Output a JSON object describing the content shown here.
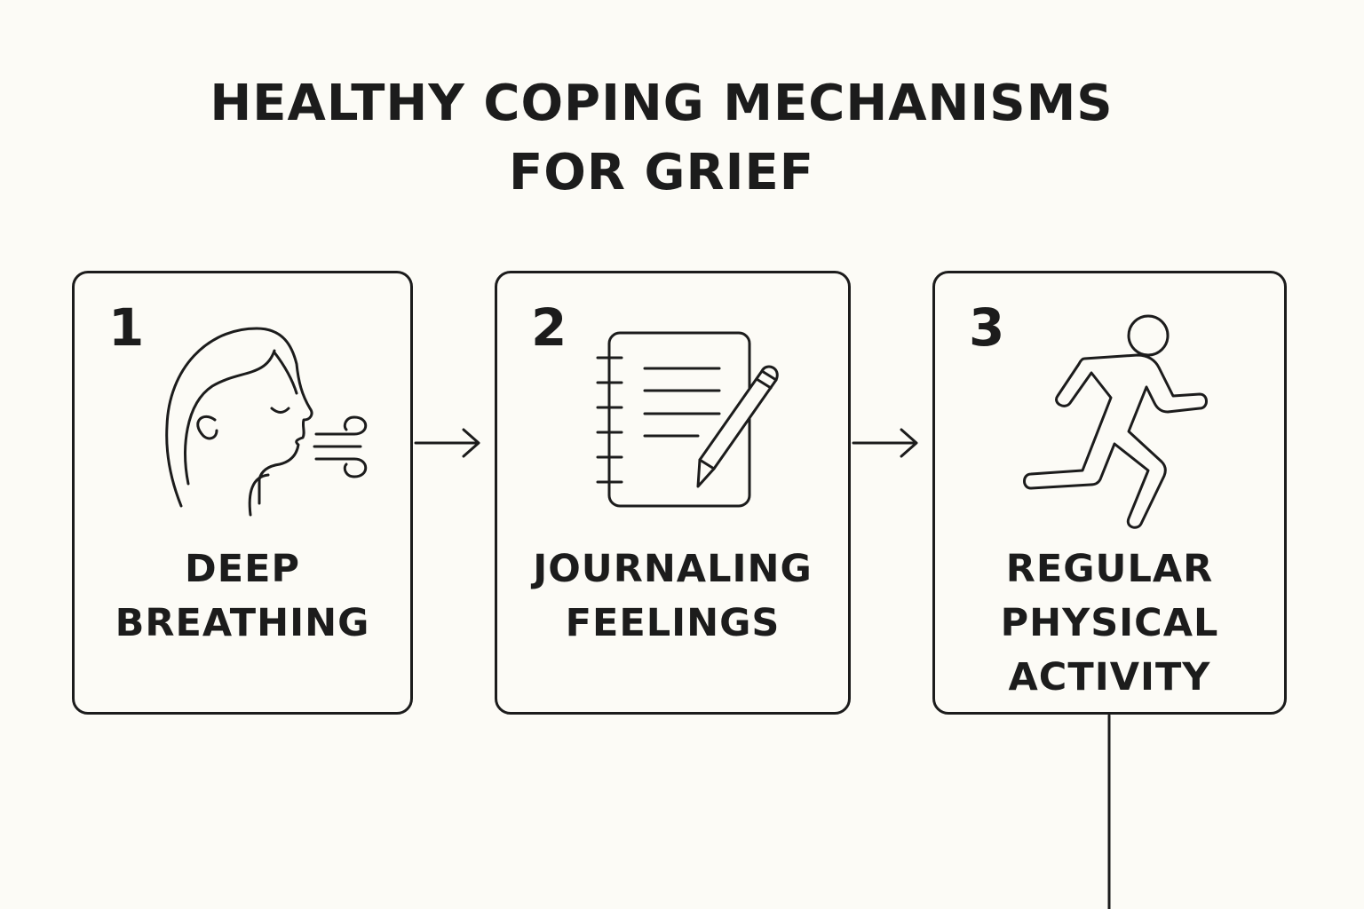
{
  "diagram": {
    "title_lines": [
      "HEALTHY COPING MECHANISMS",
      "FOR GRIEF"
    ],
    "steps": [
      {
        "number": "1",
        "label_lines": [
          "DEEP",
          "BREATHING"
        ],
        "icon": "breathing-face-icon"
      },
      {
        "number": "2",
        "label_lines": [
          "JOURNALING",
          "FEELINGS"
        ],
        "icon": "journal-pencil-icon"
      },
      {
        "number": "3",
        "label_lines": [
          "REGULAR",
          "PHYSICAL",
          "ACTIVITY"
        ],
        "icon": "running-person-icon"
      }
    ],
    "colors": {
      "background": "#fcfbf6",
      "ink": "#1c1c1c"
    }
  }
}
